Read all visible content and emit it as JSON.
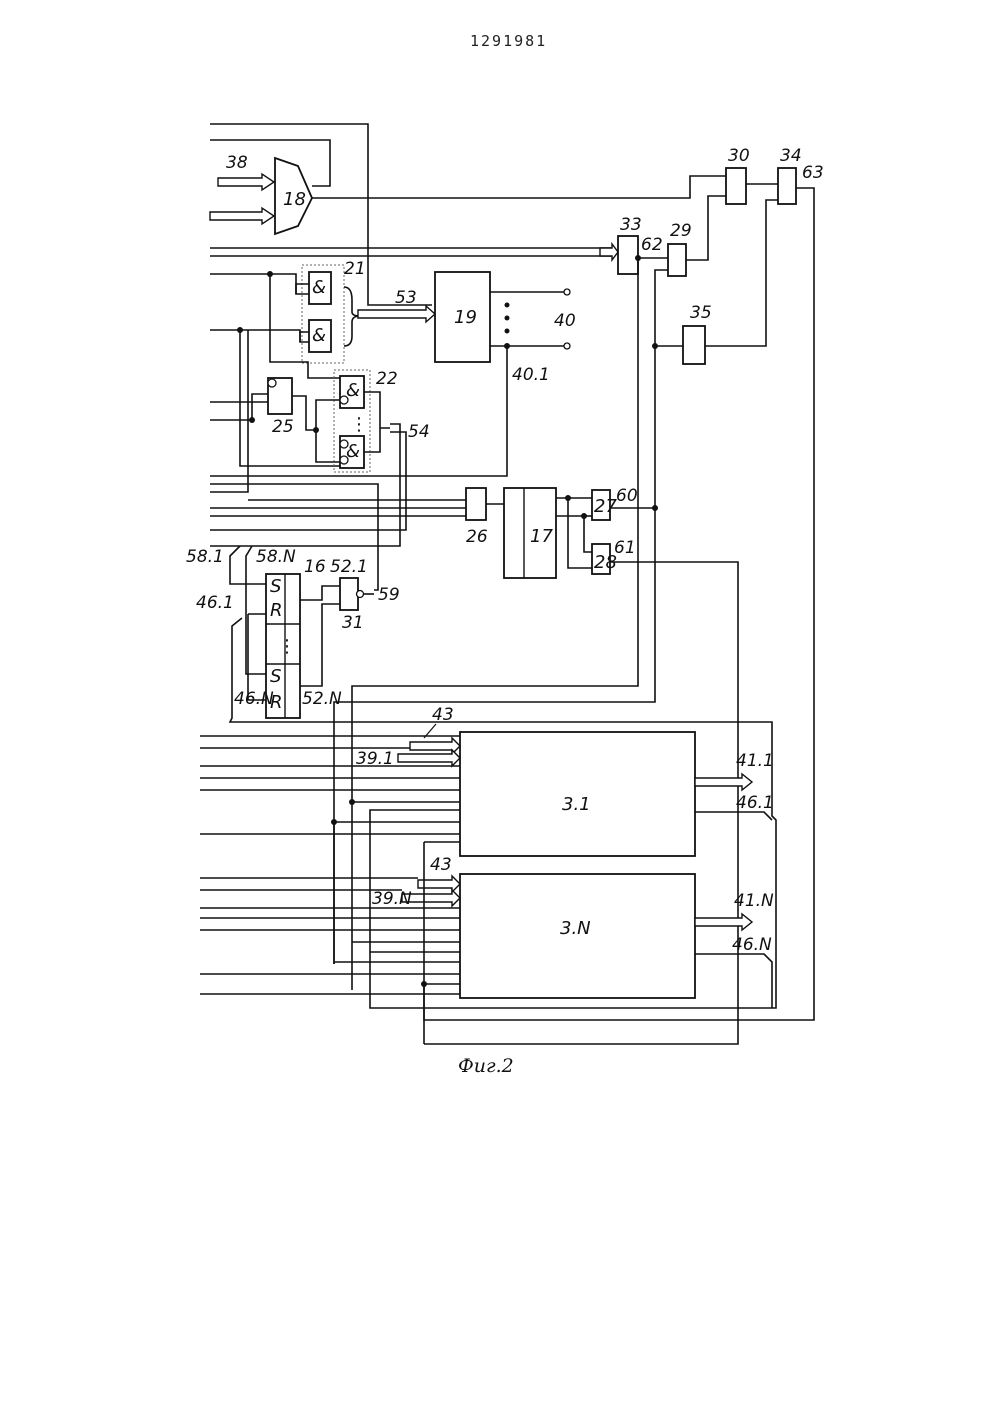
{
  "header": {
    "doc_number": "1291981"
  },
  "caption": "Фиг.2",
  "blocks": {
    "b18": "18",
    "b19": "19",
    "b17": "17",
    "b26": "26",
    "b27": "27",
    "b28": "28",
    "b29": "29",
    "b30": "30",
    "b33": "33",
    "b34": "34",
    "b35": "35",
    "b31": "31",
    "b21": "21",
    "b22": "22",
    "b25": "25",
    "b16": "16",
    "b3_1": "3.1",
    "b3_N": "3.N"
  },
  "gates": {
    "and": "&",
    "dots": "⋮"
  },
  "register": {
    "s": "S",
    "r": "R"
  },
  "labels": {
    "l38": "38",
    "l53": "53",
    "l40": "40",
    "l40_1": "40.1",
    "l54": "54",
    "l62": "62",
    "l63": "63",
    "l60": "60",
    "l61": "61",
    "l59": "59",
    "l58_1": "58.1",
    "l58_N": "58.N",
    "l52_1": "52.1",
    "l52_N": "52.N",
    "l46_1": "46.1",
    "l46_N": "46.N",
    "l43a": "43",
    "l43b": "43",
    "l39_1": "39.1",
    "l39_N": "39.N",
    "l41_1": "41.1",
    "l41_N": "41.N",
    "l46_1r": "46.1",
    "l46_Nr": "46.N"
  }
}
